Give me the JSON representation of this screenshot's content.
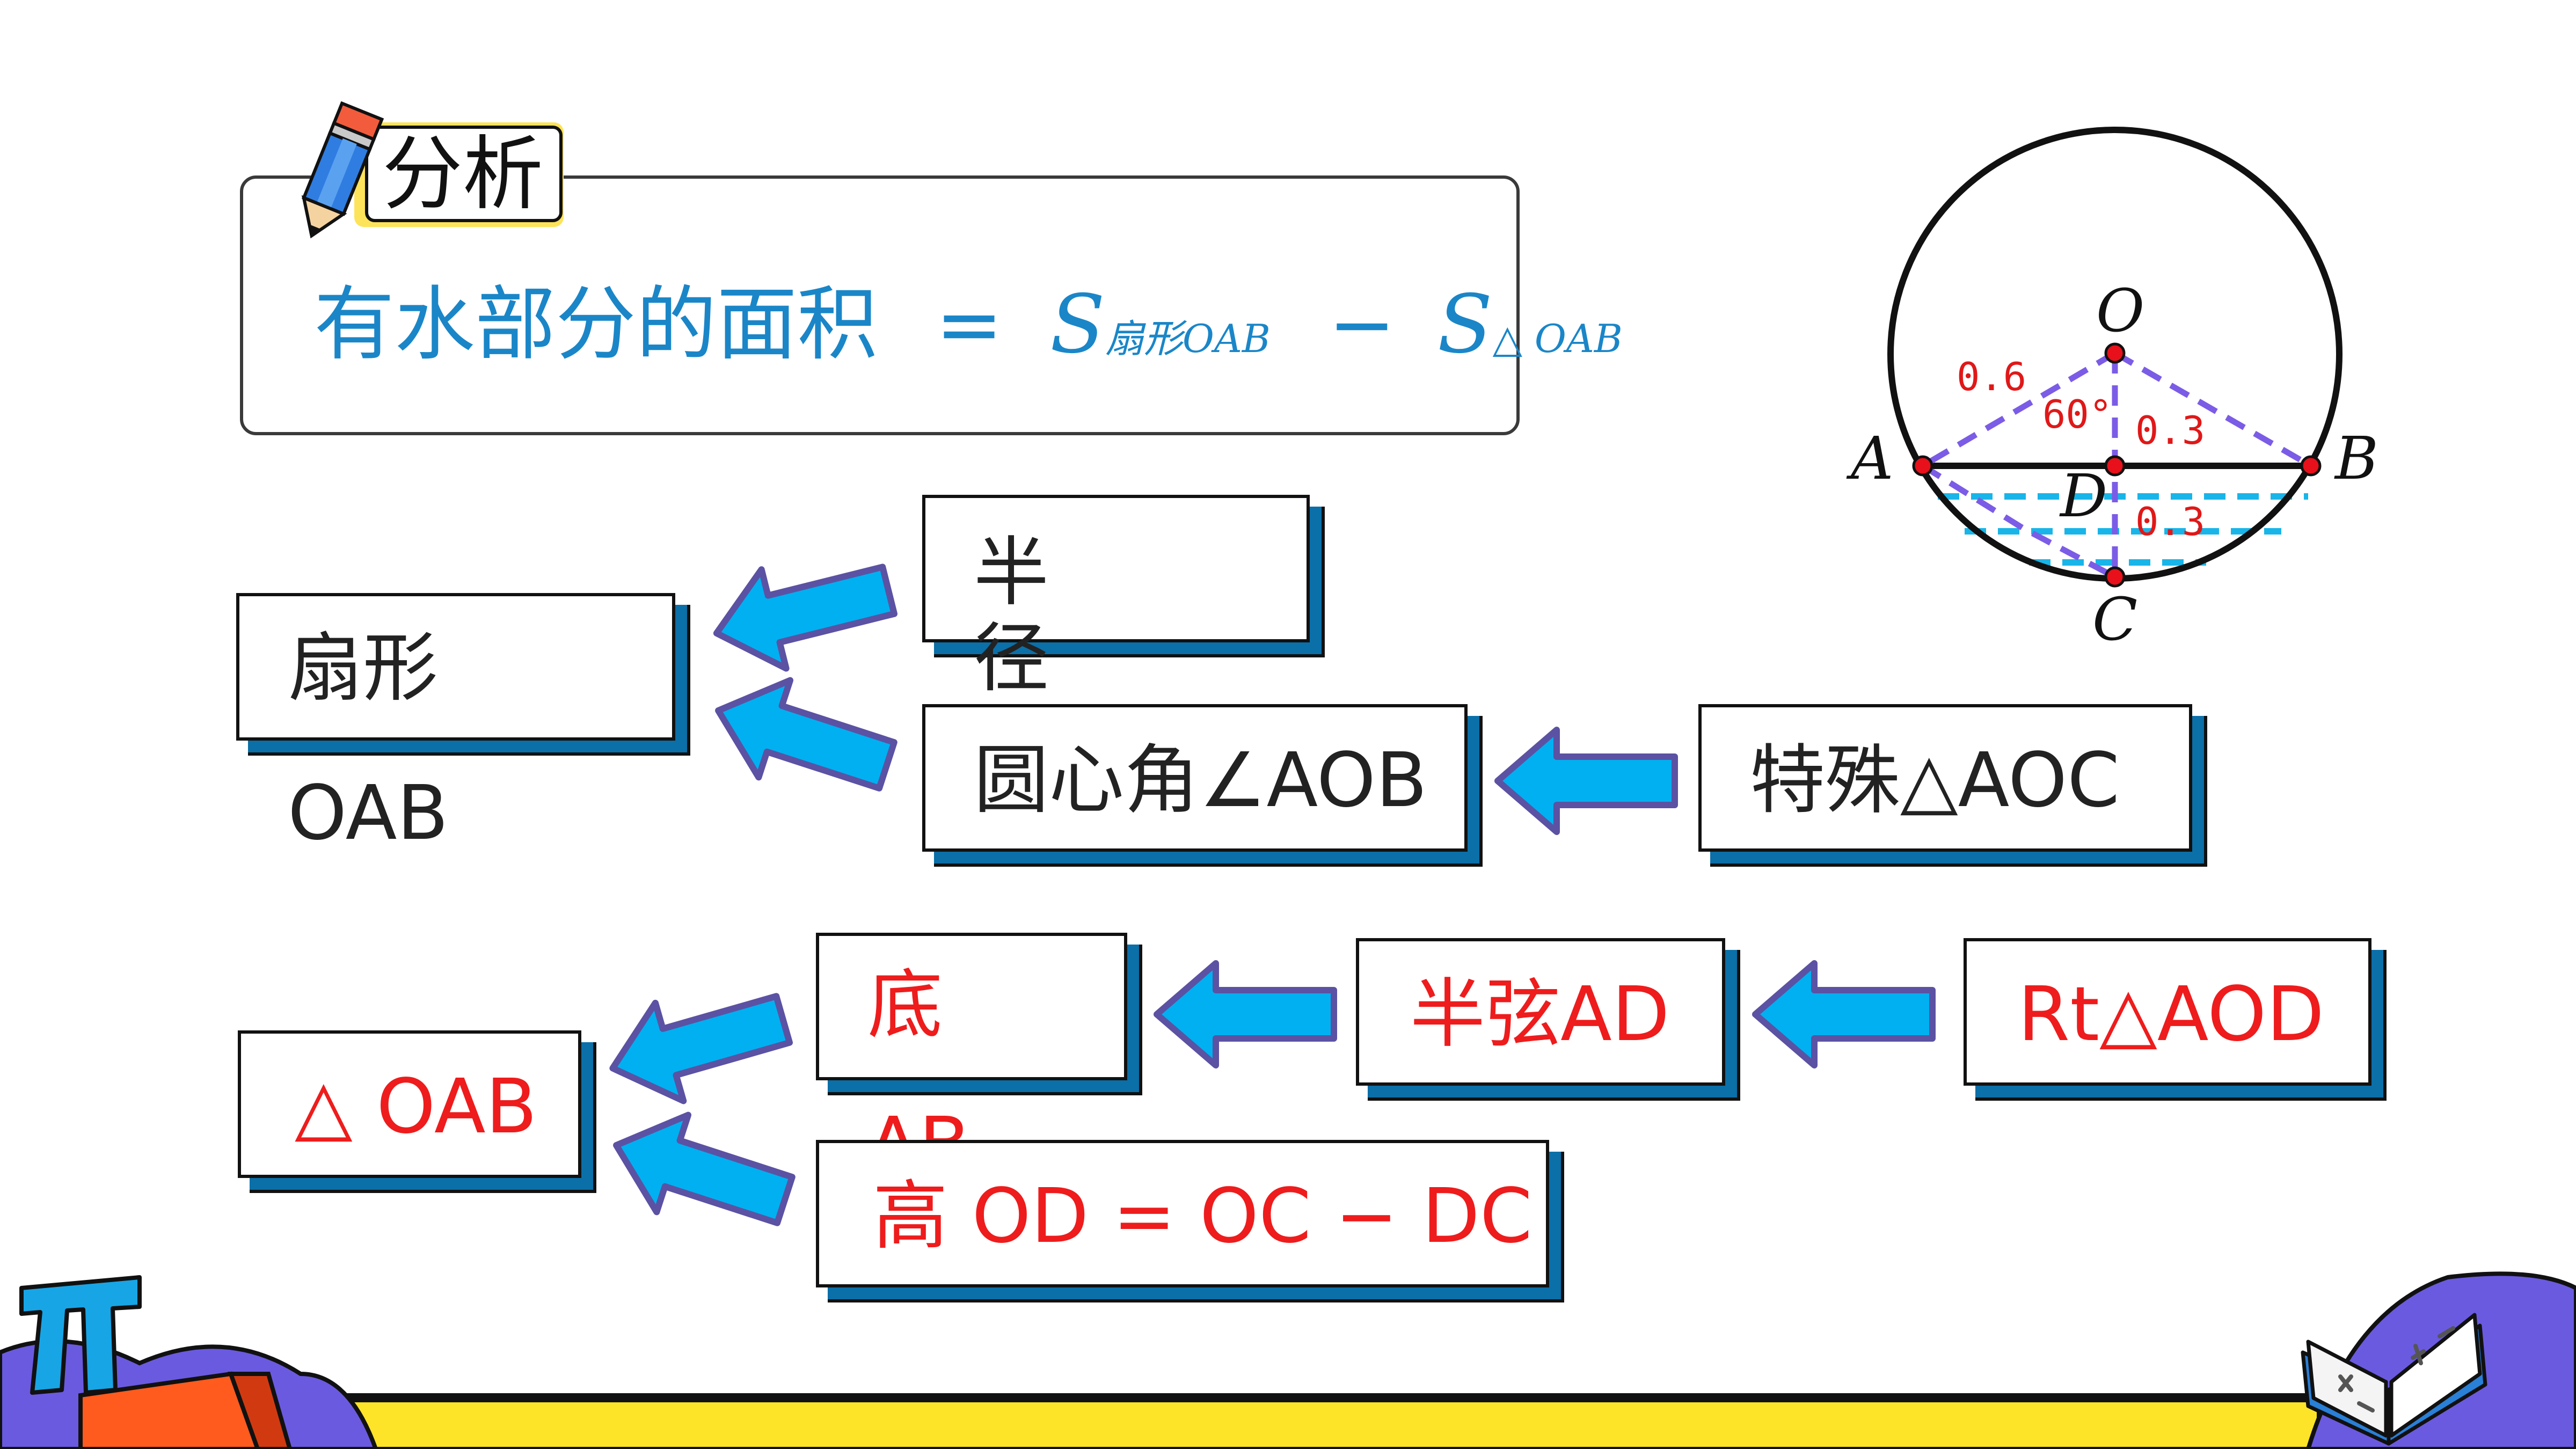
{
  "panel": {
    "tab_label": "分析",
    "formula_lhs": "有水部分的面积",
    "formula_eq": "=",
    "formula_s1": "S",
    "formula_sub1": "扇形OAB",
    "formula_minus": "−",
    "formula_s2": "S",
    "formula_sub2": "△ OAB"
  },
  "boxes": {
    "sector": "扇形 OAB",
    "radius": "半径 OA",
    "central_angle": "圆心角∠AOB",
    "special_triangle": "特殊△AOC",
    "triangle_oab": "△ OAB",
    "base": "底 AB",
    "half_chord": "半弦AD",
    "rt_triangle": "Rt△AOD",
    "height": "高 OD = OC − DC"
  },
  "figure": {
    "point_o": "O",
    "point_a": "A",
    "point_b": "B",
    "point_c": "C",
    "point_d": "D",
    "len_oa": "0.6",
    "angle": "60°",
    "len_od": "0.3",
    "len_dc": "0.3"
  },
  "colors": {
    "arrow_fill": "#00b0f0",
    "arrow_outline": "#5b52a3",
    "red_text": "#ee1c1c",
    "formula_blue": "#1a86c8",
    "shadow_blue": "#0b6fa8",
    "water_blue": "#19b5e8",
    "dash_purple": "#7b5ce6"
  }
}
